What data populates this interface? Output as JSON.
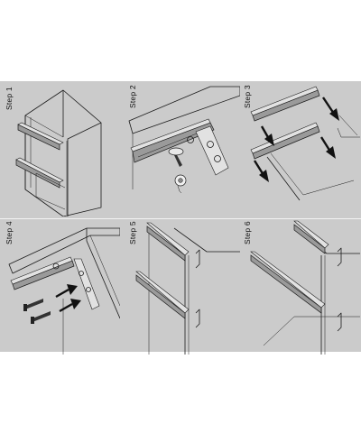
{
  "steps": [
    {
      "label": "Step 1"
    },
    {
      "label": "Step 2"
    },
    {
      "label": "Step 3"
    },
    {
      "label": "Step 4"
    },
    {
      "label": "Step 5"
    },
    {
      "label": "Step 6"
    }
  ],
  "colors": {
    "background": "#cbcbcb",
    "line": "#1a1a1a",
    "rail": "#9a9a9a",
    "arrow": "#111111"
  }
}
